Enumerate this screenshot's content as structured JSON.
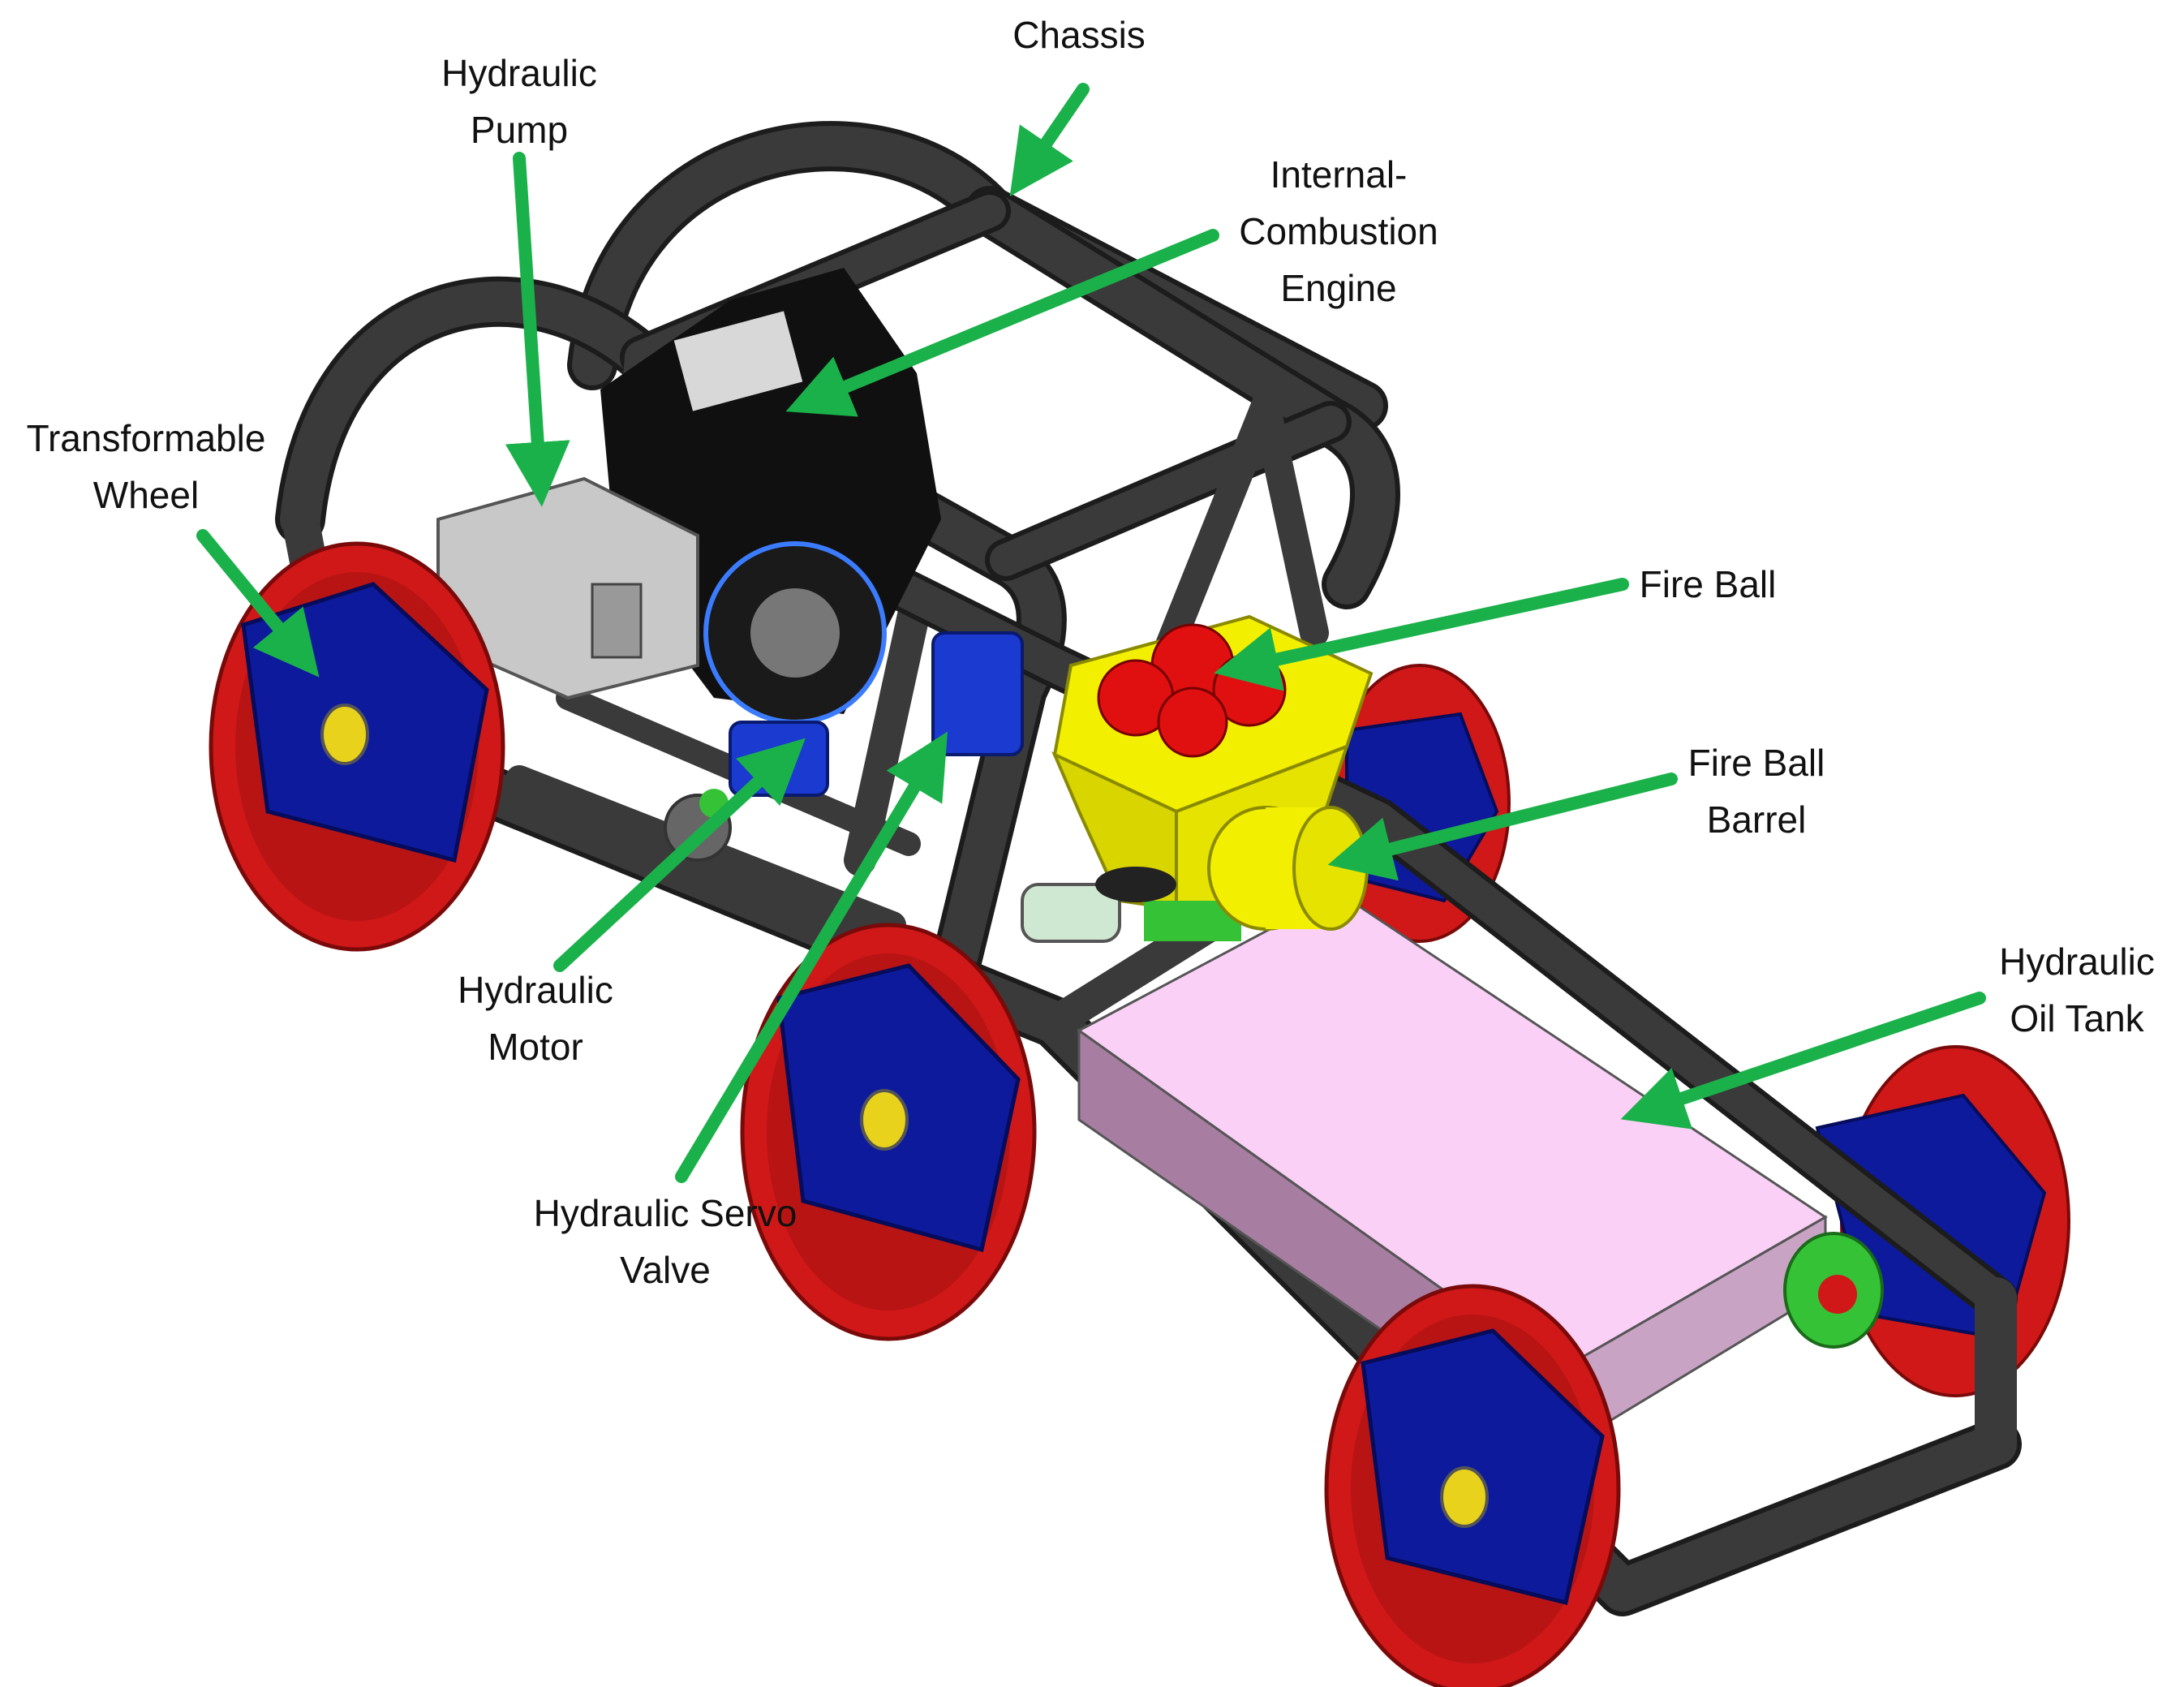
{
  "labels": {
    "chassis": "Chassis",
    "hydraulic_pump": [
      "Hydraulic",
      "Pump"
    ],
    "internal_combustion_engine": [
      "Internal-",
      "Combustion",
      "Engine"
    ],
    "transformable_wheel": [
      "Transformable",
      "Wheel"
    ],
    "fire_ball": "Fire Ball",
    "fire_ball_barrel": [
      "Fire Ball",
      "Barrel"
    ],
    "hydraulic_oil_tank": [
      "Hydraulic",
      "Oil Tank"
    ],
    "hydraulic_motor": [
      "Hydraulic",
      "Motor"
    ],
    "hydraulic_servo_valve": [
      "Hydraulic Servo",
      "Valve"
    ]
  },
  "colors": {
    "frame": "#3a3a3a",
    "frame_edge": "#1c1c1c",
    "wheel_rim": "#d01818",
    "wheel_hub": "#0d1a9c",
    "wheel_center": "#e8d21c",
    "oil_tank_top": "#fbd0f7",
    "oil_tank_side": "#a77ea1",
    "hopper": "#f2f000",
    "fire_ball": "#e01010",
    "engine": "#101010",
    "pump": "#c8c8c8",
    "motor": "#1a3ad0",
    "bracket": "#36c236",
    "arrow": "#1bb14a"
  }
}
